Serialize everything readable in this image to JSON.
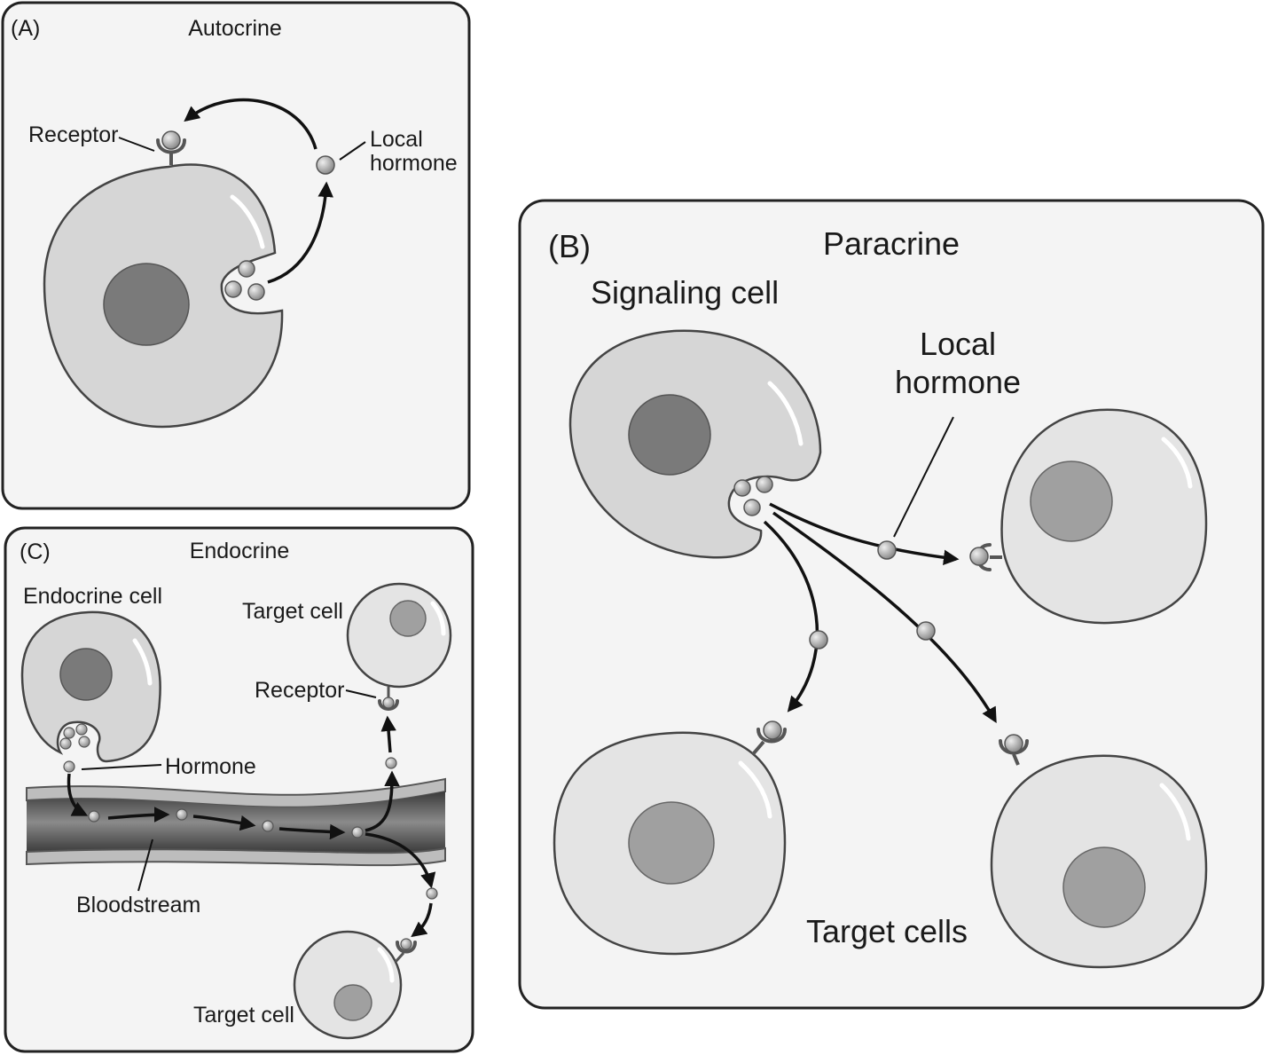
{
  "panels": {
    "autocrine": {
      "letter": "(A)",
      "title": "Autocrine",
      "receptor_label": "Receptor",
      "hormone_label_line1": "Local",
      "hormone_label_line2": "hormone"
    },
    "paracrine": {
      "letter": "(B)",
      "title": "Paracrine",
      "signaling_label": "Signaling cell",
      "hormone_label_line1": "Local",
      "hormone_label_line2": "hormone",
      "targets_label": "Target cells"
    },
    "endocrine": {
      "letter": "(C)",
      "title": "Endocrine",
      "endocrine_cell_label": "Endocrine cell",
      "target_cell_top_label": "Target cell",
      "receptor_label": "Receptor",
      "hormone_label": "Hormone",
      "bloodstream_label": "Bloodstream",
      "target_cell_bottom_label": "Target cell"
    }
  },
  "colors": {
    "panel_bg": "#f4f4f4",
    "cell": "#d6d6d6",
    "nucleus": "#7a7a7a"
  }
}
